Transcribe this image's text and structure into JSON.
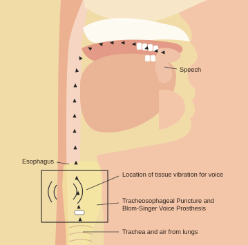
{
  "labels": {
    "speech": "Speech",
    "esophagus": "Esophagus",
    "vibration": "Location of tissue vibration for voice",
    "puncture_line1": "Tracheosophageal Puncture and",
    "puncture_line2": "Blom-Singer Voice Prosthesis",
    "trachea": "Trachea and air from lungs"
  },
  "colors": {
    "background": "#f1dca8",
    "skin": "#f4c6a9",
    "tongue": "#eab596",
    "tissue_inner": "#e39a86",
    "teeth": "#ffffff",
    "arrows": "#222222",
    "box": "#222222",
    "leader_lines": "#333333"
  },
  "arrows": {
    "icon": "triangle-arrowhead",
    "path": "airflow-from-trachea-through-esophagus-to-mouth"
  }
}
